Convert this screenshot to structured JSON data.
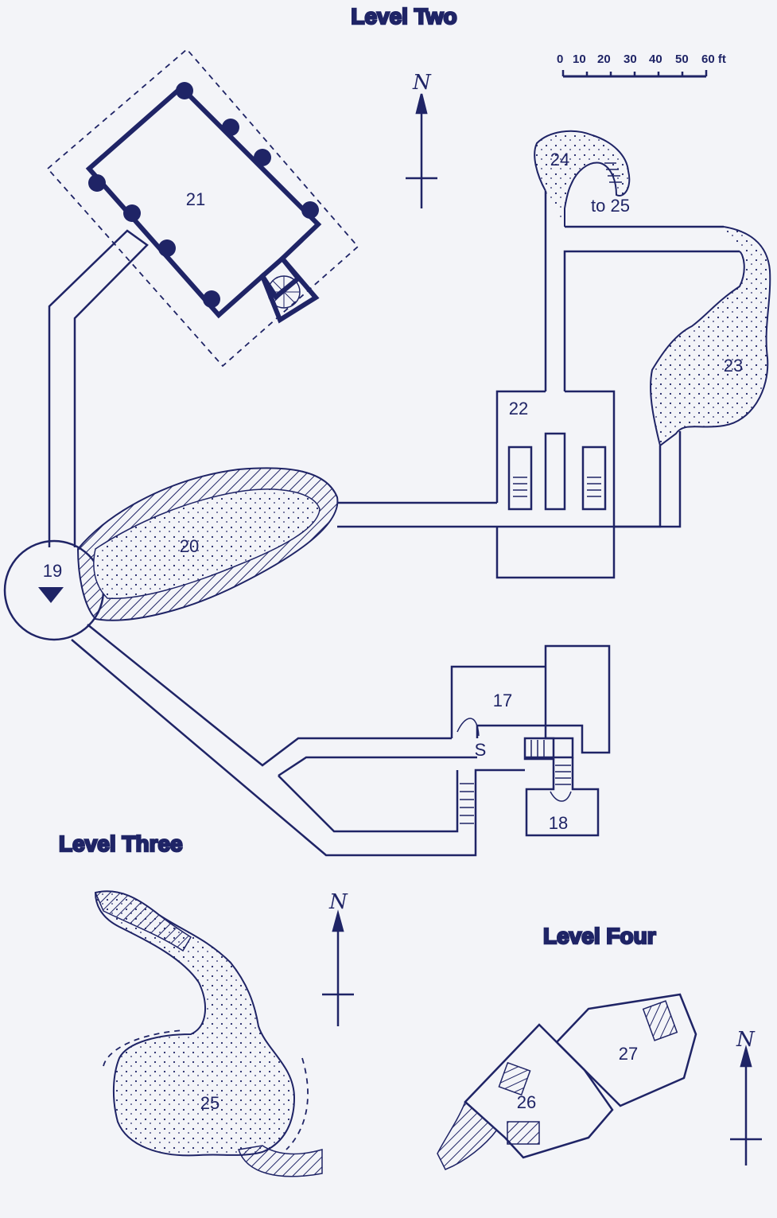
{
  "headings": {
    "level_two": "Level Two",
    "level_three": "Level Three",
    "level_four": "Level Four"
  },
  "scale": {
    "ticks": [
      "0",
      "10",
      "20",
      "30",
      "40",
      "50",
      "60 ft"
    ]
  },
  "compass": {
    "north_label": "N"
  },
  "rooms": {
    "r17": "17",
    "r18": "18",
    "r19": "19",
    "r20": "20",
    "r21": "21",
    "r22": "22",
    "r23": "23",
    "r24": "24",
    "r25": "25",
    "r26": "26",
    "r27": "27"
  },
  "annotations": {
    "to_25": "to 25",
    "secret_door": "S"
  },
  "colors": {
    "ink": "#1f2466",
    "paper": "#f3f4f8"
  }
}
